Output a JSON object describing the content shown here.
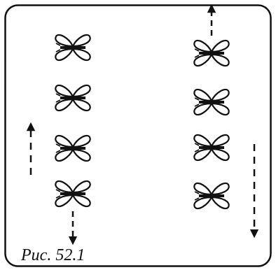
{
  "figure": {
    "caption": "Рис. 52.1",
    "ink_color": "#111111",
    "background": "#ffffff",
    "columns": [
      {
        "butterflies": 4,
        "arrow_on_column": "down"
      },
      {
        "butterflies": 4,
        "arrow_on_column": "up"
      }
    ],
    "side_arrows": [
      {
        "side": "left",
        "direction": "up",
        "style": "dashed"
      },
      {
        "side": "right",
        "direction": "down",
        "style": "dashed"
      }
    ]
  }
}
